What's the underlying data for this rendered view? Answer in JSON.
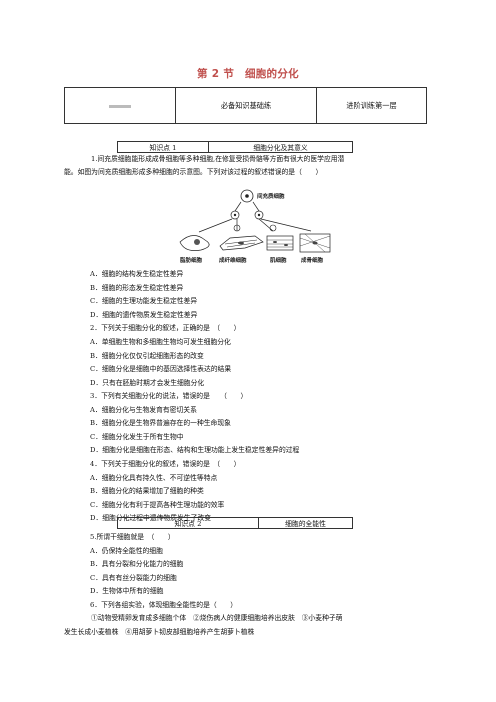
{
  "title": "第 2 节　细胞的分化",
  "header_table": {
    "cell1": "必备知识基础练",
    "cell2": "进阶训练第一层"
  },
  "kp1": {
    "left": "知识点 1",
    "right": "细胞分化及其意义"
  },
  "kp2": {
    "left": "知识点 2",
    "right": "细胞的全能性"
  },
  "figure": {
    "top_label": "间充质细胞",
    "labels": [
      "脂肪细胞",
      "成纤维细胞",
      "肌细胞",
      "成骨细胞"
    ]
  },
  "lines": [
    "1.间充质细胞能形成成骨细胞等多种细胞,在修复受损骨骼等方面有很大的医学应用潜",
    "能。如图为间充质细胞形成多种细胞的示意图。下列对该过程的叙述错误的是（　　）",
    "A．细胞的结构发生稳定性差异",
    "B．细胞的形态发生稳定性差异",
    "C．细胞的生理功能发生稳定性差异",
    "D．细胞的遗传物质发生稳定性差异",
    "2．下列关于细胞分化的叙述，正确的是　（　　）",
    "A．单细胞生物和多细胞生物均可发生细胞分化",
    "B．细胞分化仅仅引起细胞形态的改变",
    "C．细胞分化是细胞中的基因选择性表达的结果",
    "D．只有在胚胎时期才会发生细胞分化",
    "3．下列有关细胞分化的说法，错误的是　　（　　）",
    "A．细胞分化与生物发育有密切关系",
    "B．细胞分化是生物界普遍存在的一种生命现象",
    "C．细胞分化发生于所有生物中",
    "D．细胞分化是细胞在形态、结构和生理功能上发生稳定性差异的过程",
    "4．下列关于细胞分化的叙述，错误的是　（　　）",
    "A．细胞分化具有持久性、不可逆性等特点",
    "B．细胞分化的结果增加了细胞的种类",
    "C．细胞分化有利于提高各种生理功能的效率",
    "D．细胞分化过程中遗传物质发生了改变",
    "5.所谓干细胞就是　（　　）",
    "A．仍保持全能性的细胞",
    "B．具有分裂和分化能力的细胞",
    "C．具有有丝分裂能力的细胞",
    "D．生物体中所有的细胞",
    "6．下列各组实验，体现细胞全能性的是（　　）",
    "①动物受精卵发育成多细胞个体　②烧伤病人的健康细胞培养出皮肤　③小麦种子萌",
    "发生长成小麦植株　④用胡萝卜韧皮部细胞培养产生胡萝卜植株"
  ]
}
